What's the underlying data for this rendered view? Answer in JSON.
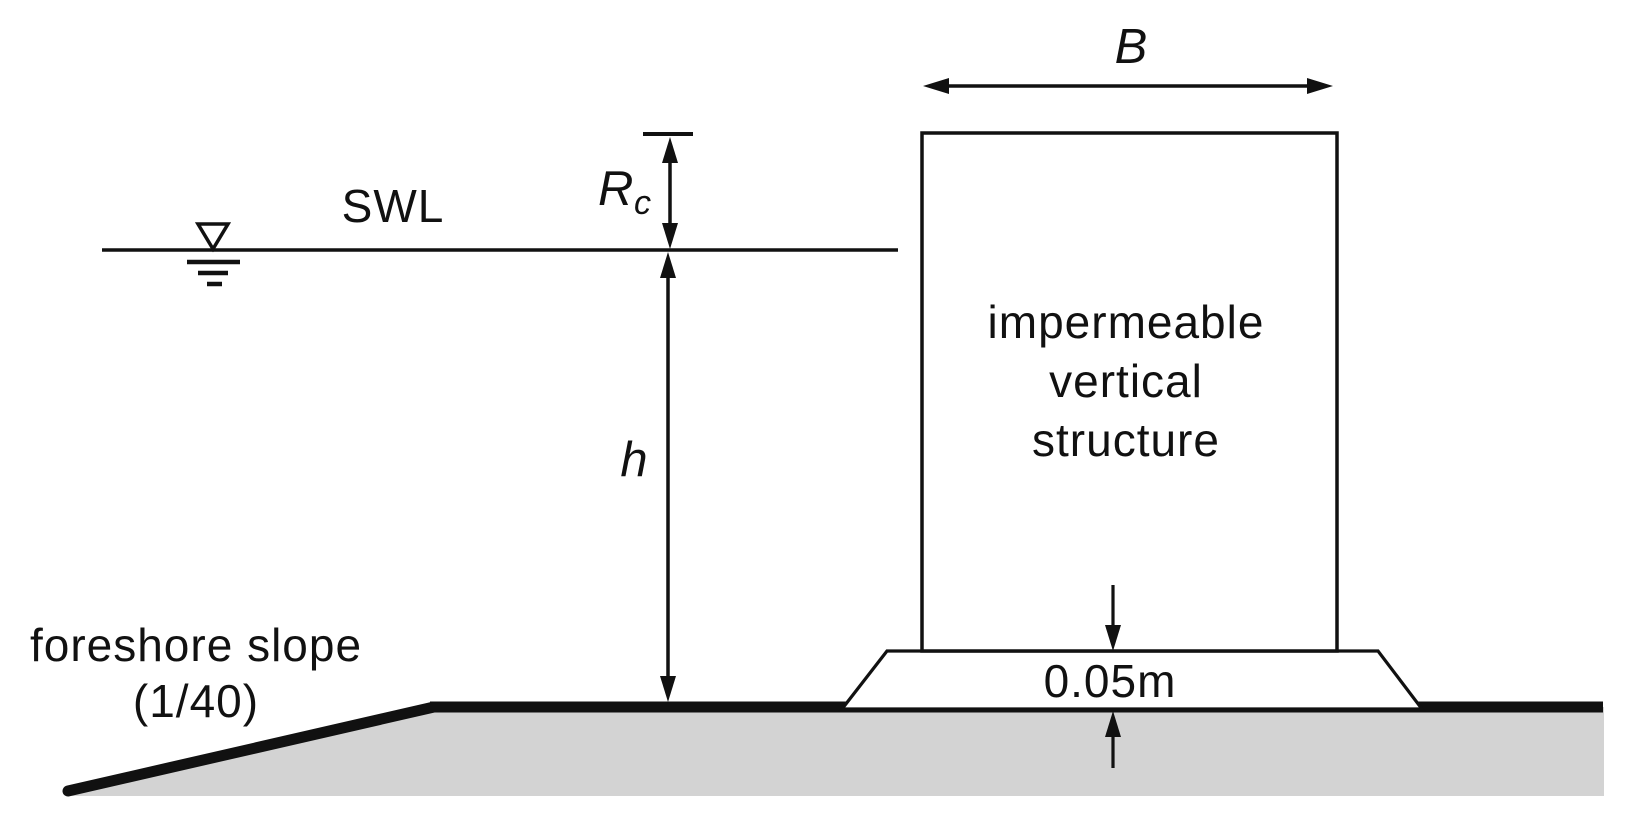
{
  "labels": {
    "crest_width": "B",
    "still_water_level": "SWL",
    "freeboard_symbol": "R",
    "freeboard_subscript": "c",
    "water_depth": "h",
    "structure_line1": "impermeable",
    "structure_line2": "vertical",
    "structure_line3": "structure",
    "foundation_thickness": "0.05m",
    "foreshore_line1": "foreshore slope",
    "foreshore_line2": "(1/40)"
  },
  "colors": {
    "line": "#111111",
    "seabed_fill": "#d3d3d3",
    "structure_fill": "#ffffff",
    "background": "#ffffff"
  }
}
